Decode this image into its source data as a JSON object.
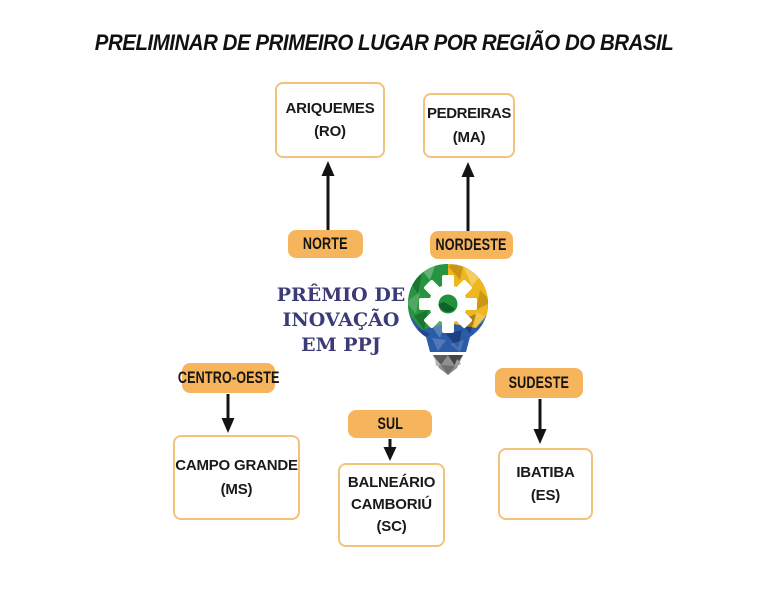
{
  "title": "PRELIMINAR DE PRIMEIRO LUGAR POR REGIÃO DO BRASIL",
  "logo": {
    "lines": [
      "PRÊMIO DE",
      "INOVAÇÃO",
      "EM PPJ"
    ],
    "icon": "lightbulb-gear-icon"
  },
  "colors": {
    "pill_fill": "#F6B45C",
    "box_border": "#F3C27D",
    "logo_text": "#3B3B78",
    "bulb_green": "#27953F",
    "bulb_yellow": "#EFB71F",
    "bulb_blue": "#2B5CA8",
    "bulb_base_gray": "#8F8F8F",
    "arrow": "#141414",
    "title_text": "#111111"
  },
  "regions": [
    {
      "id": "norte",
      "label": "NORTE",
      "city": "ARIQUEMES",
      "state": "(RO)",
      "arrow_direction": "up"
    },
    {
      "id": "nordeste",
      "label": "NORDESTE",
      "city": "PEDREIRAS",
      "state": "(MA)",
      "arrow_direction": "up"
    },
    {
      "id": "centro-oeste",
      "label": "CENTRO-OESTE",
      "city": "CAMPO GRANDE",
      "state": "(MS)",
      "arrow_direction": "down"
    },
    {
      "id": "sul",
      "label": "SUL",
      "city": "BALNEÁRIO CAMBORIÚ",
      "state": "(SC)",
      "arrow_direction": "down"
    },
    {
      "id": "sudeste",
      "label": "SUDESTE",
      "city": "IBATIBA",
      "state": "(ES)",
      "arrow_direction": "down"
    }
  ]
}
